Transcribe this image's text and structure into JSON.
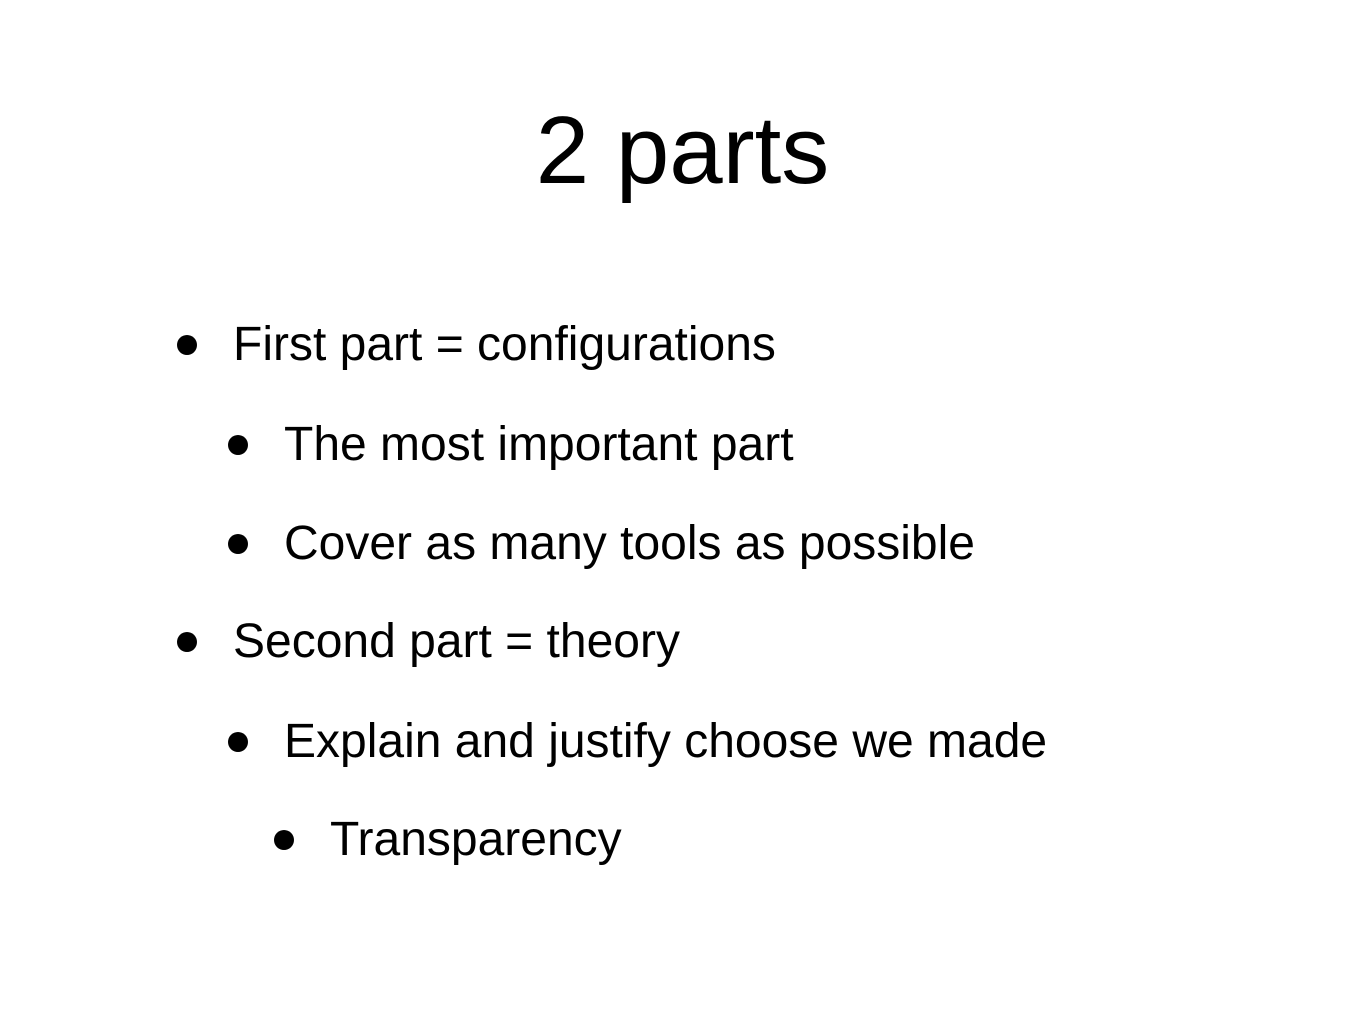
{
  "slide": {
    "title": "2 parts",
    "bullets": [
      {
        "level": 1,
        "text": "First part = configurations"
      },
      {
        "level": 2,
        "text": "The most important part"
      },
      {
        "level": 2,
        "text": "Cover as many tools as possible"
      },
      {
        "level": 1,
        "text": "Second part = theory"
      },
      {
        "level": 2,
        "text": "Explain and justify choose we made"
      },
      {
        "level": 3,
        "text": "Transparency"
      }
    ]
  }
}
